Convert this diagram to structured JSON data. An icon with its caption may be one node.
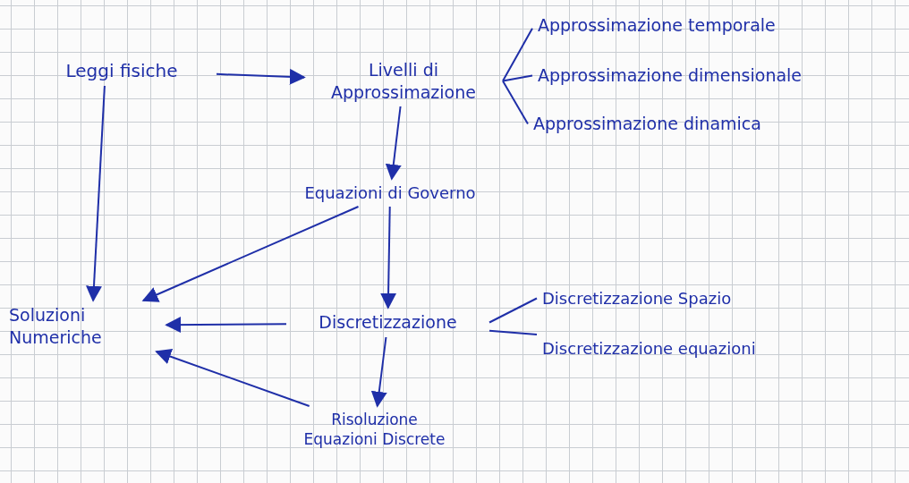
{
  "diagram": {
    "nodes": [
      {
        "text": [
          "Leggi fisiche"
        ]
      },
      {
        "text": [
          "Livelli di Approssimazione"
        ]
      },
      {
        "text": [
          "Approssimazione temporale"
        ]
      },
      {
        "text": [
          "Approssimazione dimensionale"
        ]
      },
      {
        "text": [
          "Approssimazione dinamica"
        ]
      },
      {
        "text": [
          "Equazioni di Governo"
        ]
      },
      {
        "text": [
          "Soluzioni Numeriche"
        ]
      },
      {
        "text": [
          "Discretizzazione"
        ]
      },
      {
        "text": [
          "Discretizzazione Spazio"
        ]
      },
      {
        "text": [
          "Discretizzazione equazioni"
        ]
      },
      {
        "text": [
          "Risoluzione Equazioni Discrete"
        ]
      }
    ],
    "edges": [
      {
        "from": 0,
        "to": 1,
        "arrow": "to"
      },
      {
        "from": 1,
        "to": 2,
        "arrow": "none"
      },
      {
        "from": 1,
        "to": 3,
        "arrow": "none"
      },
      {
        "from": 1,
        "to": 4,
        "arrow": "none"
      },
      {
        "from": 1,
        "to": 5,
        "arrow": "to"
      },
      {
        "from": 0,
        "to": 6,
        "arrow": "to"
      },
      {
        "from": 5,
        "to": 6,
        "arrow": "to"
      },
      {
        "from": 5,
        "to": 7,
        "arrow": "to"
      },
      {
        "from": 7,
        "to": 6,
        "arrow": "to"
      },
      {
        "from": 7,
        "to": 8,
        "arrow": "none"
      },
      {
        "from": 7,
        "to": 9,
        "arrow": "none"
      },
      {
        "from": 7,
        "to": 10,
        "arrow": "to"
      },
      {
        "from": 10,
        "to": 6,
        "arrow": "to"
      }
    ]
  }
}
